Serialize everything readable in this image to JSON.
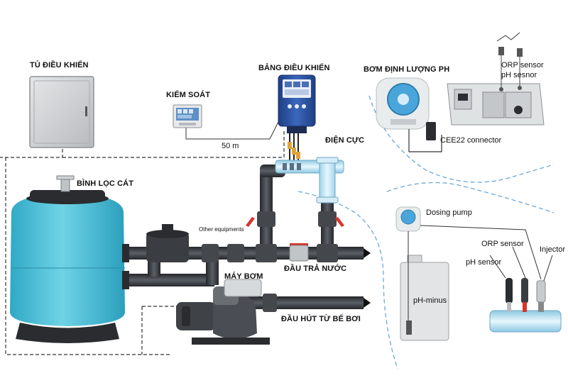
{
  "labels": {
    "control_cabinet": "TỦ ĐIỀU KHIỂN",
    "control_panel": "BẢNG ĐIỀU KHIỂN",
    "ph_dosing_pump": "BƠM ĐỊNH LƯỢNG PH",
    "monitor": "KIỂM SOÁT",
    "distance": "50 m",
    "electrode": "ĐIỆN CỰC",
    "sand_filter": "BÌNH LỌC CÁT",
    "other_equipments": "Other equipments",
    "pump": "MÁY BƠM",
    "return_outlet": "ĐẦU TRẢ NƯỚC",
    "pool_suction": "ĐẦU HÚT TỪ BỂ BƠI",
    "orp_sensor_top": "ORP sensor",
    "ph_sensor_top": "pH sesnor",
    "cee22": "CEE22 connector",
    "dosing_pump": "Dosing pump",
    "orp_sensor_bottom": "ORP sensor",
    "ph_sensor_bottom": "pH sensor",
    "injector": "Injector",
    "ph_minus": "pH-minus"
  },
  "colors": {
    "tank_blue": "#4fc0d8",
    "pipe_dark": "#3a3d42",
    "panel_blue": "#2c4f9a",
    "dash_blue": "#6aa8d8",
    "valve_red": "#d9342b",
    "cabinet_grey": "#cfd2d4"
  }
}
